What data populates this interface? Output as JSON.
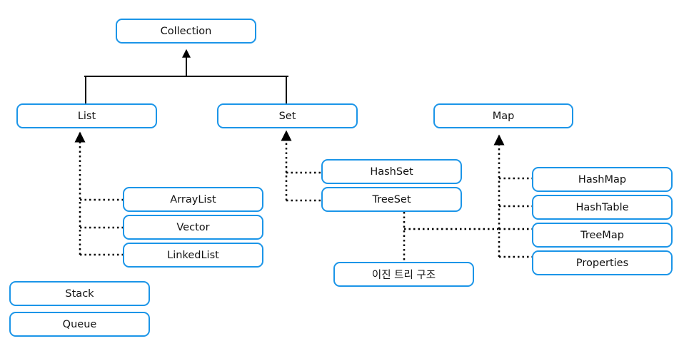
{
  "diagram": {
    "root": "Collection",
    "interfaces": {
      "list": "List",
      "set": "Set",
      "map": "Map"
    },
    "list_impls": [
      "ArrayList",
      "Vector",
      "LinkedList"
    ],
    "set_impls": [
      "HashSet",
      "TreeSet"
    ],
    "map_impls": [
      "HashMap",
      "HashTable",
      "TreeMap",
      "Properties"
    ],
    "tree_note": "이진 트리 구조",
    "others": [
      "Stack",
      "Queue"
    ]
  },
  "colors": {
    "node_border": "#1b95e8",
    "line": "#000000"
  }
}
